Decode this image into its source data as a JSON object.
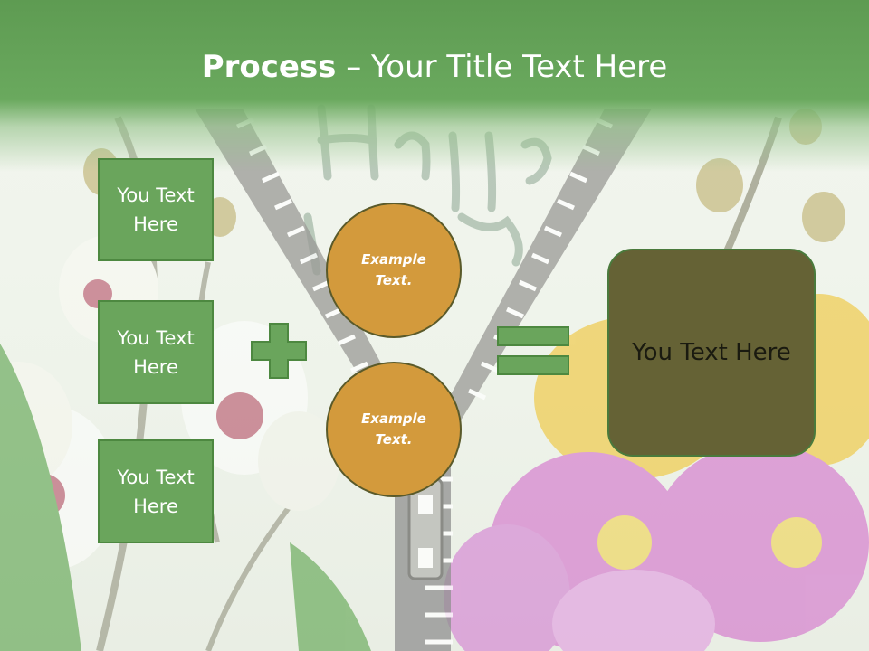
{
  "slide": {
    "title_bold": "Process",
    "title_rest": " – Your Title Text Here",
    "inputs": [
      "You Text\nHere",
      "You Text\nHere",
      "You Text\nHere"
    ],
    "circles": [
      "Example\nText.",
      "Example\nText."
    ],
    "result": "You Text Here"
  },
  "colors": {
    "title_band": "#6aa95e",
    "box_fill": "#6aa55c",
    "circle_fill": "#d39a3c",
    "result_fill": "#656235"
  }
}
